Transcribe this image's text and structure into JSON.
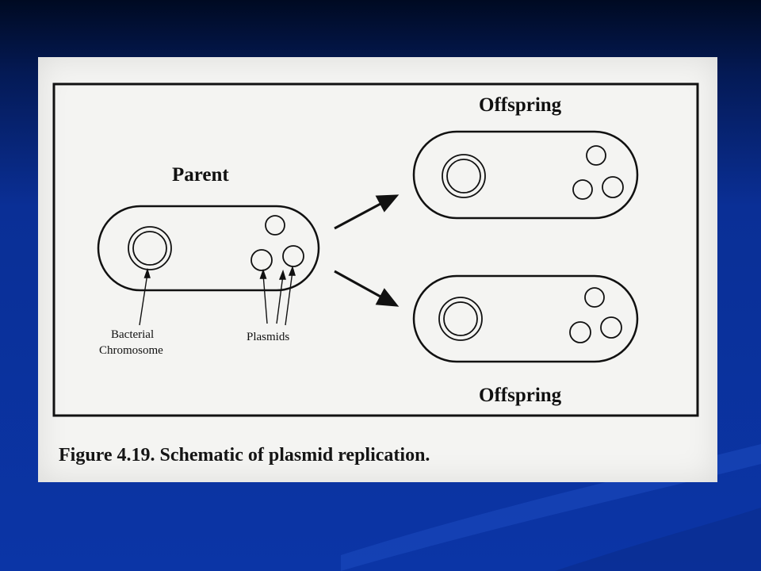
{
  "slide": {
    "background_color": "#0b35a6"
  },
  "figure": {
    "labels": {
      "parent": "Parent",
      "offspring_top": "Offspring",
      "offspring_bottom": "Offspring",
      "bacterial": "Bacterial",
      "chromosome": "Chromosome",
      "plasmids": "Plasmids"
    },
    "caption": "Figure 4.19. Schematic of plasmid replication."
  }
}
